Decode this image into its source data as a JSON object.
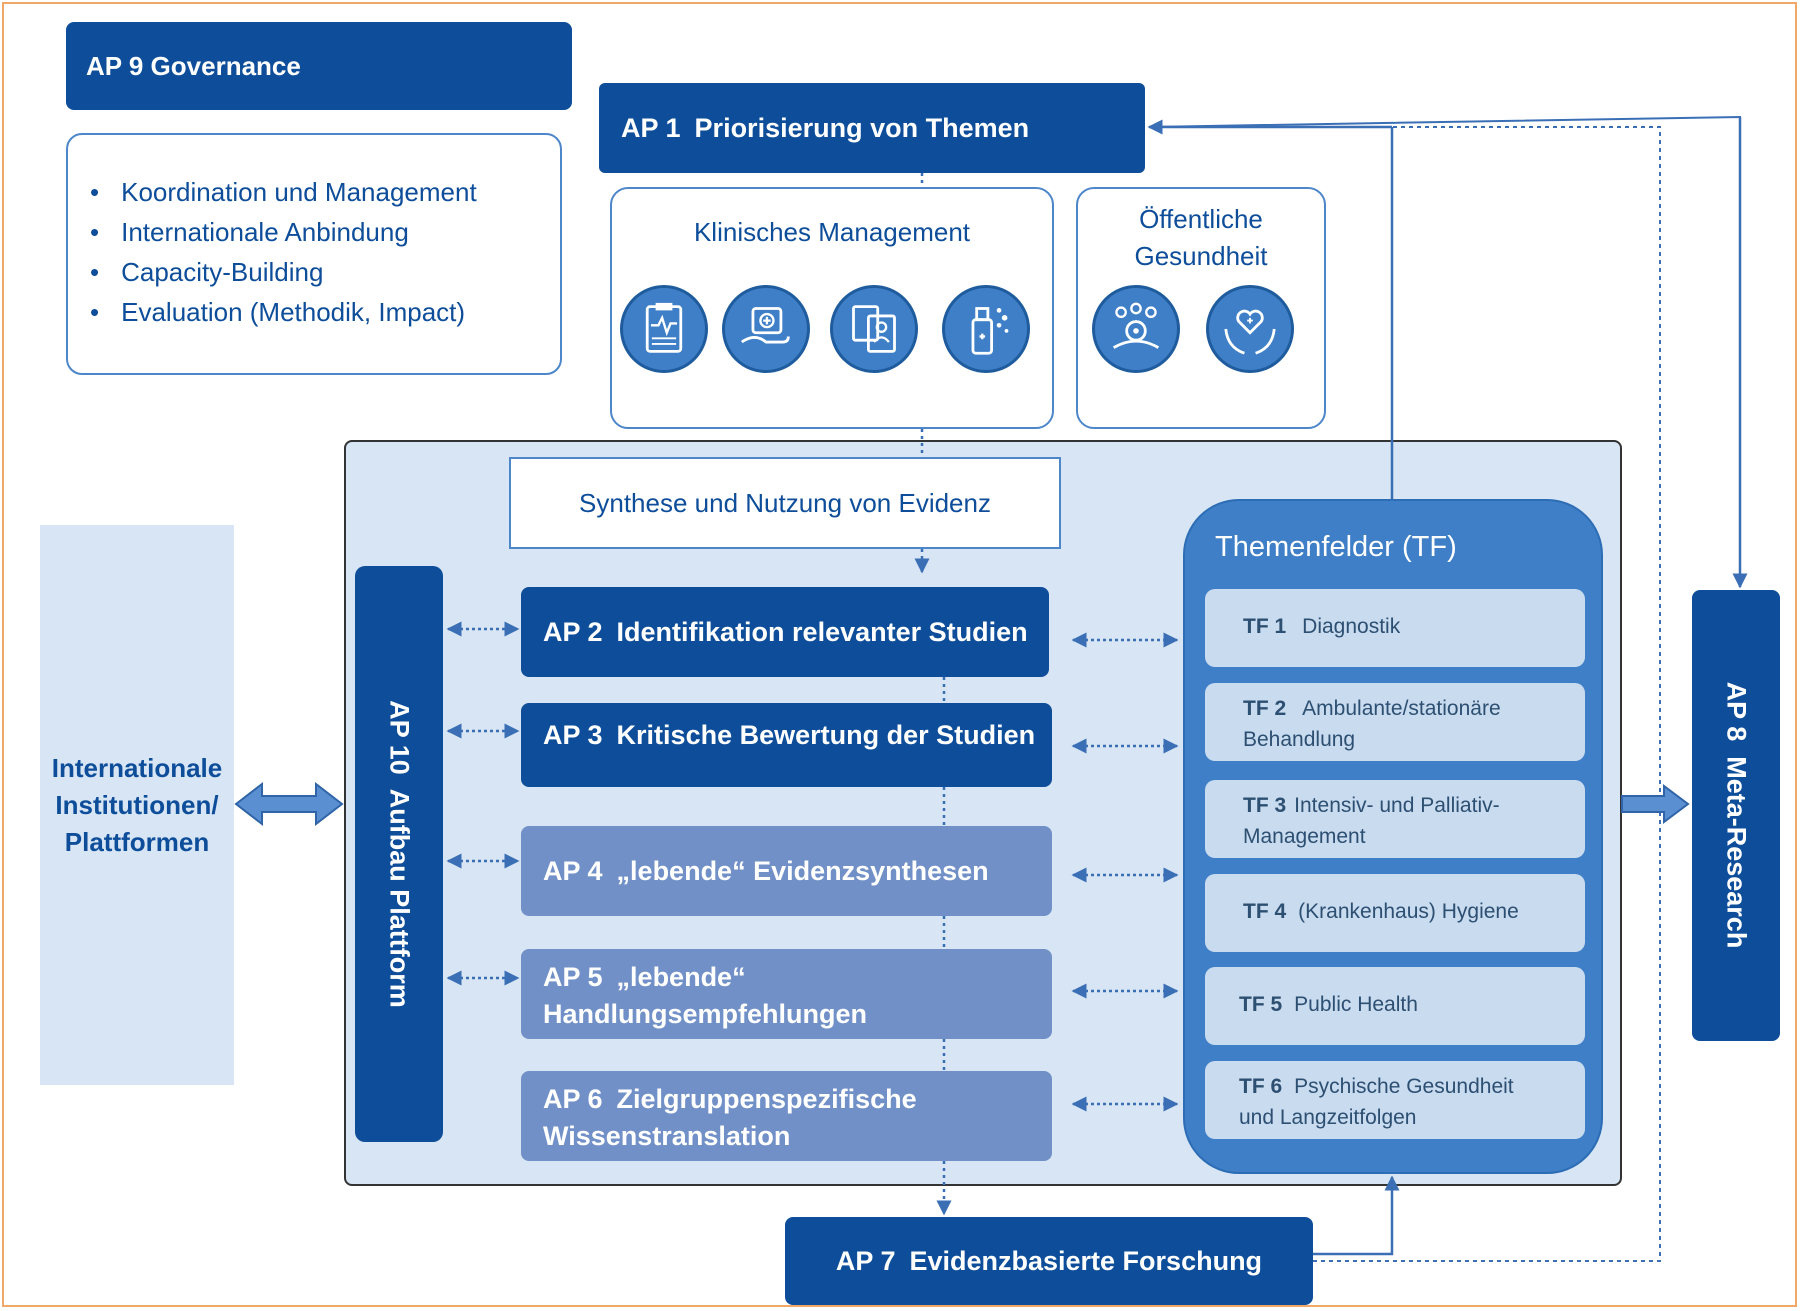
{
  "colors": {
    "dark": "#0d4d9a",
    "mid": "#7190c7",
    "light_panel": "#d7e5f4",
    "border_orange": "#f0a868"
  },
  "ap9": {
    "title": "AP 9 Governance"
  },
  "ap9_list": [
    "Koordination und Management",
    "Internationale Anbindung",
    "Capacity-Building",
    "Evaluation (Methodik, Impact)"
  ],
  "ap1": {
    "num": "AP 1",
    "title": "Priorisierung von Themen"
  },
  "clinical": {
    "title": "Klinisches Management",
    "icons": [
      "clipboard-chart-icon",
      "medical-kit-hand-icon",
      "patient-records-icon",
      "disinfectant-spray-icon"
    ]
  },
  "public_health": {
    "title_line1": "Öffentliche",
    "title_line2": "Gesundheit",
    "icons": [
      "community-gear-icon",
      "hands-heart-icon"
    ]
  },
  "synthesis": {
    "title": "Synthese und Nutzung von Evidenz"
  },
  "intl": {
    "line1": "Internationale",
    "line2": "Institutionen/",
    "line3": "Plattformen"
  },
  "ap10": {
    "title": "AP 10  Aufbau Plattform"
  },
  "ap8": {
    "title": "AP 8  Meta-Research"
  },
  "aps": [
    {
      "num": "AP 2",
      "title": "Identifikation relevanter Studien"
    },
    {
      "num": "AP 3",
      "title": "Kritische Bewertung der Studien"
    },
    {
      "num": "AP 4",
      "title": "„lebende“ Evidenzsynthesen"
    },
    {
      "num": "AP 5",
      "title_line1": "„lebende“",
      "title_line2": "Handlungsempfehlungen"
    },
    {
      "num": "AP 6",
      "title_line1": "Zielgruppenspezifische",
      "title_line2": "Wissenstranslation"
    }
  ],
  "tf": {
    "title": "Themenfelder (TF)",
    "items": [
      {
        "num": "TF 1",
        "line1": "Diagnostik",
        "line2": ""
      },
      {
        "num": "TF 2",
        "line1": "Ambulante/stationäre",
        "line2": "Behandlung"
      },
      {
        "num": "TF 3",
        "line1": "Intensiv- und Palliativ-",
        "line2": "Management"
      },
      {
        "num": "TF 4",
        "line1": "(Krankenhaus) Hygiene",
        "line2": ""
      },
      {
        "num": "TF 5",
        "line1": "Public Health",
        "line2": ""
      },
      {
        "num": "TF 6",
        "line1": "Psychische Gesundheit",
        "line2": "und Langzeitfolgen"
      }
    ]
  },
  "ap7": {
    "num": "AP 7",
    "title": "Evidenzbasierte Forschung"
  }
}
